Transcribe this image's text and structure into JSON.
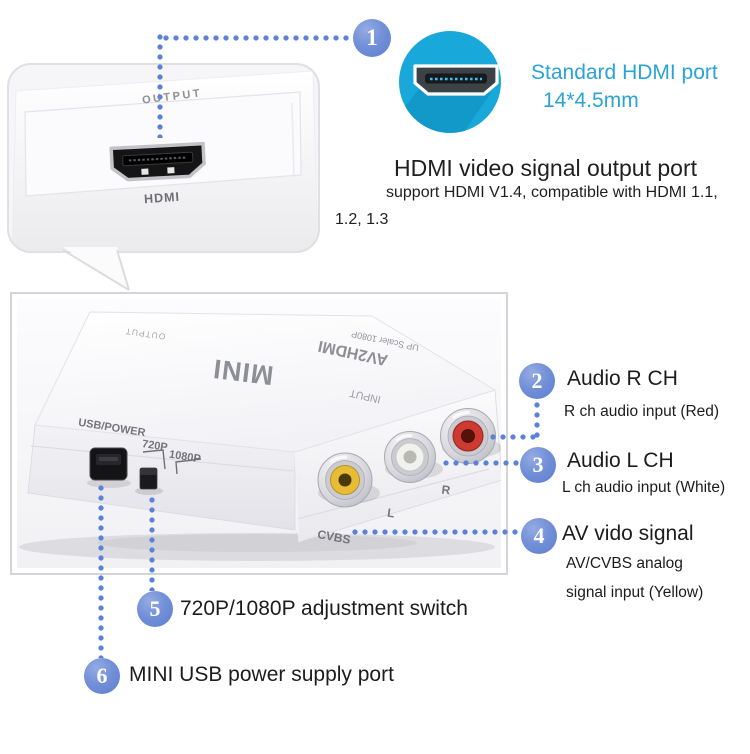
{
  "colors": {
    "callout_blue": "#6d89d4",
    "dot_blue": "#5b82d6",
    "badge_cyan": "#18a8da",
    "cyan_text": "#2aa4d6",
    "rca_yellow": "#e7bd35",
    "rca_white": "#f1f1ed",
    "rca_red": "#cc3a31"
  },
  "top_photo": {
    "output_label": "OUTPUT",
    "hdmi_label": "HDMI"
  },
  "hdmi_info": {
    "badge_line1": "Standard HDMI port",
    "badge_line2": "14*4.5mm",
    "heading": "HDMI video signal output port",
    "body_line1": "support HDMI V1.4, compatible with HDMI 1.1,",
    "body_line2": "1.2, 1.3"
  },
  "device": {
    "brand": "MINI",
    "model": "AV2HDMI",
    "submodel": "UP Scaler 1080P",
    "top_output_label": "OUTPUT",
    "input_label": "INPUT",
    "usb_label": "USB/POWER",
    "res_720": "720P",
    "res_1080": "1080P",
    "jack_cvbs": "CVBS",
    "jack_l": "L",
    "jack_r": "R"
  },
  "callouts": [
    {
      "num": "1"
    },
    {
      "num": "2",
      "title": "Audio R CH",
      "desc": "R ch audio input (Red)"
    },
    {
      "num": "3",
      "title": "Audio L CH",
      "desc": "L ch audio input (White)"
    },
    {
      "num": "4",
      "title": "AV vido signal",
      "desc_line1": "AV/CVBS analog",
      "desc_line2": "signal input (Yellow)"
    },
    {
      "num": "5",
      "title": "720P/1080P adjustment switch"
    },
    {
      "num": "6",
      "title": "MINI USB power supply port"
    }
  ]
}
